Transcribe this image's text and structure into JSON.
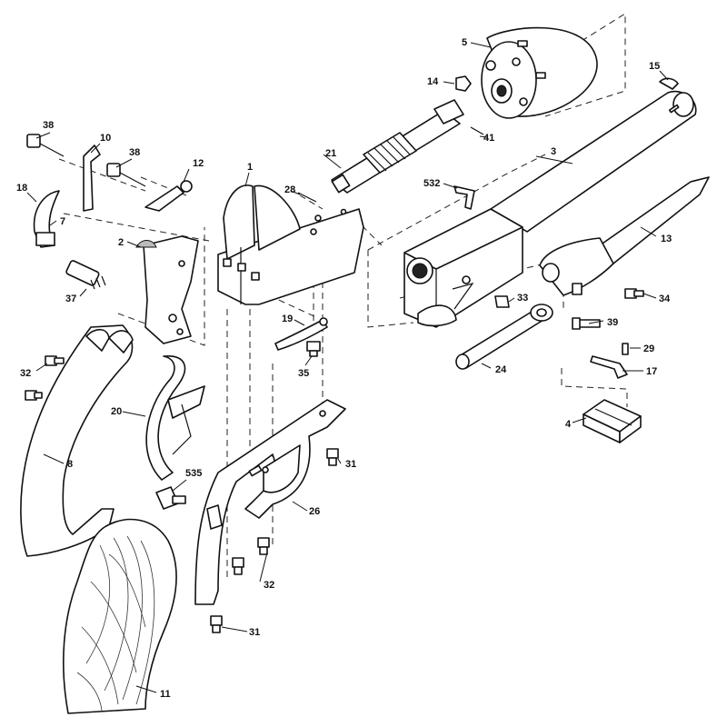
{
  "labels": {
    "p1": "1",
    "p2": "2",
    "p3": "3",
    "p4": "4",
    "p5": "5",
    "p7": "7",
    "p8": "8",
    "p10": "10",
    "p11": "11",
    "p12": "12",
    "p13": "13",
    "p14": "14",
    "p15": "15",
    "p17": "17",
    "p18": "18",
    "p19": "19",
    "p20": "20",
    "p21": "21",
    "p24": "24",
    "p26": "26",
    "p28": "28",
    "p29": "29",
    "p31a": "31",
    "p31b": "31",
    "p32a": "32",
    "p32b": "32",
    "p33": "33",
    "p34": "34",
    "p35": "35",
    "p37": "37",
    "p38a": "38",
    "p38b": "38",
    "p39": "39",
    "p41": "41",
    "p532": "532",
    "p535": "535"
  }
}
